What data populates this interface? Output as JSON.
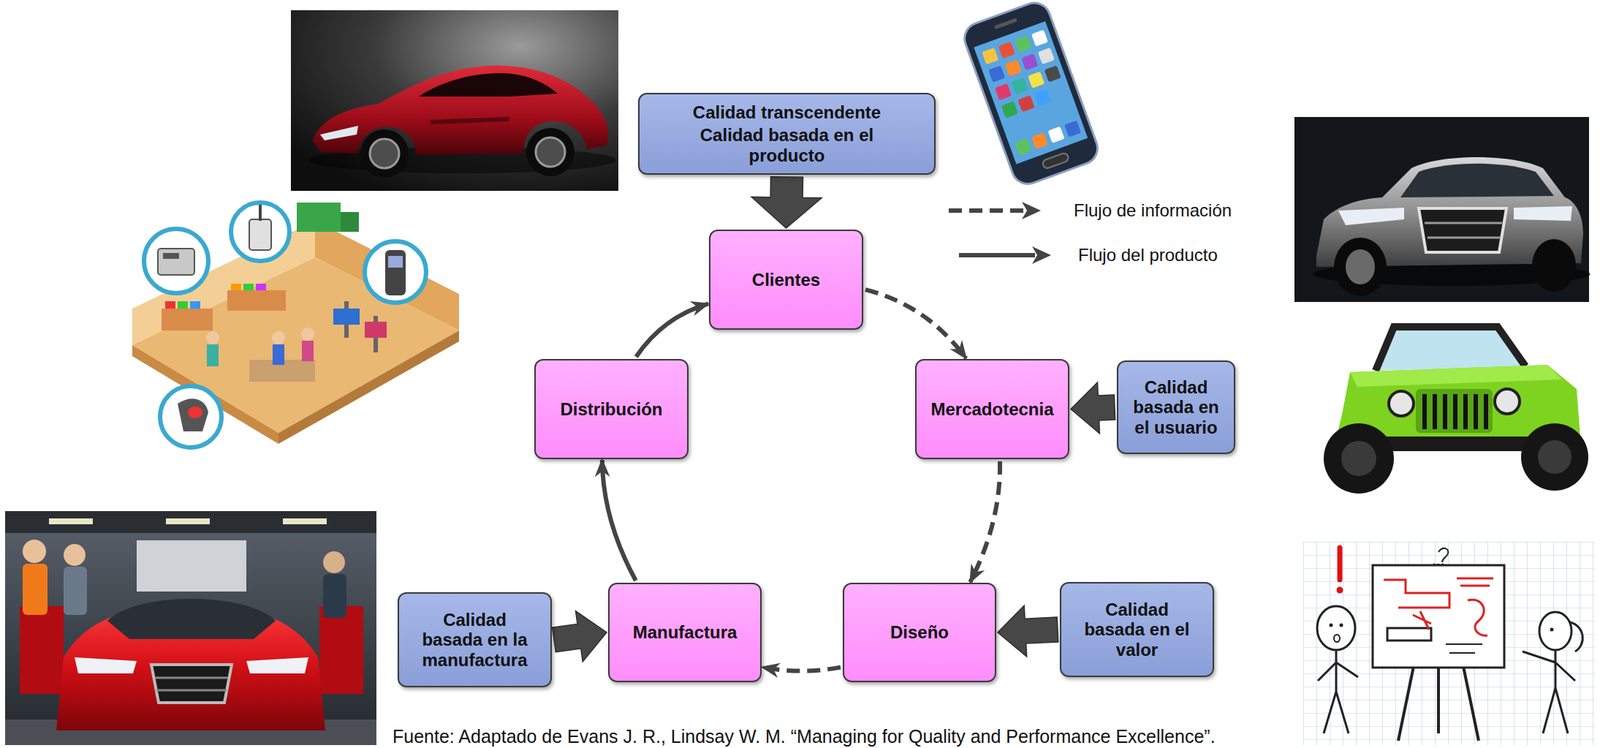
{
  "diagram": {
    "caption": "Fuente: Adaptado de Evans J. R., Lindsay W. M. “Managing for Quality and Performance Excellence”.",
    "nodes": [
      {
        "text": [
          "Calidad transcendente",
          "Calidad basada en el producto"
        ]
      },
      {
        "text": [
          "Clientes"
        ]
      },
      {
        "text": [
          "Distribución"
        ]
      },
      {
        "text": [
          "Mercadotecnia"
        ]
      },
      {
        "text": [
          "Calidad basada en el usuario"
        ]
      },
      {
        "text": [
          "Calidad basada en la manufactura"
        ]
      },
      {
        "text": [
          "Manufactura"
        ]
      },
      {
        "text": [
          "Diseño"
        ]
      },
      {
        "text": [
          "Calidad basada en el valor"
        ]
      }
    ],
    "edges": [
      {
        "from": 0,
        "to": 1,
        "arrow": "to"
      },
      {
        "from": 1,
        "to": 3,
        "arrow": "to"
      },
      {
        "from": 3,
        "to": 7,
        "arrow": "to"
      },
      {
        "from": 7,
        "to": 6,
        "arrow": "to"
      },
      {
        "from": 6,
        "to": 2,
        "arrow": "to"
      },
      {
        "from": 2,
        "to": 1,
        "arrow": "to"
      },
      {
        "from": 4,
        "to": 3,
        "arrow": "to"
      },
      {
        "from": 5,
        "to": 6,
        "arrow": "to"
      },
      {
        "from": 8,
        "to": 7,
        "arrow": "to"
      }
    ],
    "legend": [
      {
        "text": "Flujo de información"
      },
      {
        "text": "Flujo del producto"
      }
    ]
  }
}
